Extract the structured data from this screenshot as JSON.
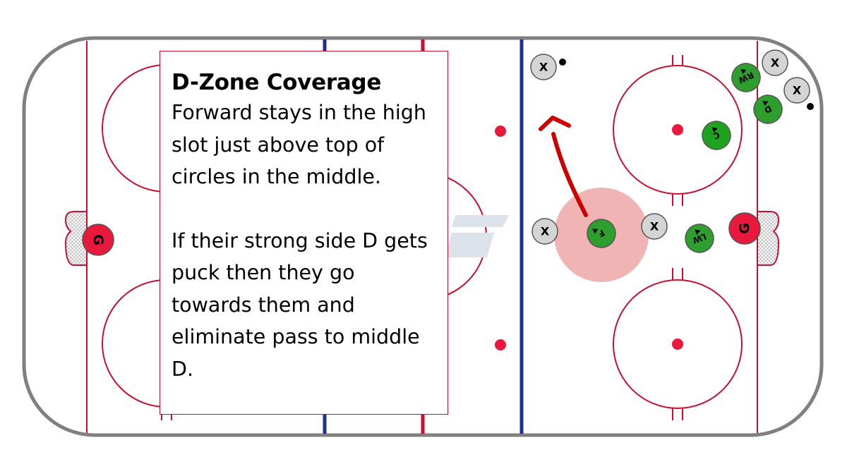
{
  "drill": {
    "title": "D-Zone Coverage",
    "paragraphs": [
      "Forward stays in the high slot just above top of circles in the middle.",
      "If their strong side D gets puck then they go towards them and eliminate pass to middle D."
    ]
  },
  "rink": {
    "board_color": "#808080",
    "red_line_color": "#c8102e",
    "blue_line_color": "#1f2f8f",
    "ice_color": "#ffffff",
    "highlight_color": "#f0b0b0"
  },
  "players": {
    "goalie_left": "G",
    "goalie_right": "G",
    "forward": "F",
    "center": "C",
    "right_wing": "RW",
    "defense": "D",
    "left_wing": "LW",
    "opponent": "X"
  },
  "colors": {
    "team": "#2e9e2e",
    "opponent": "#d4d4d4",
    "goalie": "#e8193c",
    "arrow": "#cc0000"
  }
}
